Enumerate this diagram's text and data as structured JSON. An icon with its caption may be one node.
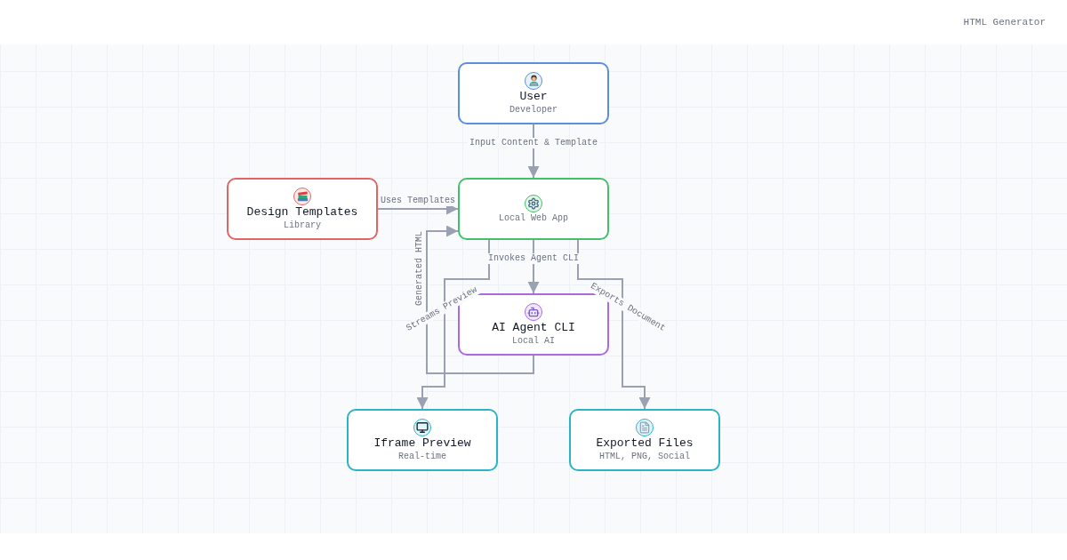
{
  "diagram": {
    "nodes": [
      {
        "text": [
          "User",
          "Developer"
        ]
      },
      {
        "text": [
          "Design Templates",
          "Library"
        ]
      },
      {
        "text": [
          "Local Web App"
        ]
      },
      {
        "text": [
          "AI Agent CLI",
          "Local AI"
        ]
      },
      {
        "text": [
          "Iframe Preview",
          "Real-time"
        ]
      },
      {
        "text": [
          "Exported Files",
          "HTML, PNG, Social"
        ]
      }
    ],
    "edges": [
      {
        "from": 0,
        "to": 2,
        "arrow": "to",
        "label": "Input Content & Template"
      },
      {
        "from": 1,
        "to": 2,
        "arrow": "to",
        "label": "Uses Templates"
      },
      {
        "from": 2,
        "to": 3,
        "arrow": "to",
        "label": "Invokes Agent CLI"
      },
      {
        "from": 3,
        "to": 2,
        "arrow": "to",
        "label": "Generated HTML"
      },
      {
        "from": 2,
        "to": 4,
        "arrow": "to",
        "label": "Streams Preview"
      },
      {
        "from": 2,
        "to": 5,
        "arrow": "to",
        "label": "Exports Document"
      }
    ],
    "labels": [
      "HTML Generator"
    ]
  }
}
